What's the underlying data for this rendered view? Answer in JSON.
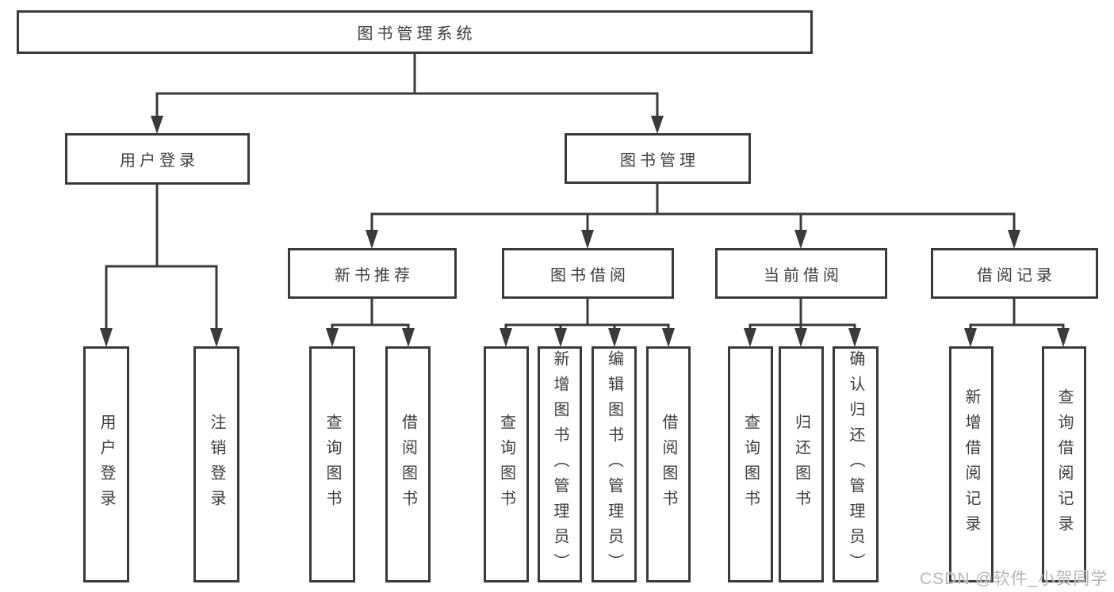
{
  "tree": {
    "root": {
      "label": "图书管理系统"
    },
    "children": [
      {
        "label": "用户登录",
        "children": [
          {
            "label": "用户登录"
          },
          {
            "label": "注销登录"
          }
        ]
      },
      {
        "label": "图书管理",
        "children": [
          {
            "label": "新书推荐",
            "children": [
              {
                "label": "查询图书"
              },
              {
                "label": "借阅图书"
              }
            ]
          },
          {
            "label": "图书借阅",
            "children": [
              {
                "label": "查询图书"
              },
              {
                "label": "新增图书（管理员）"
              },
              {
                "label": "编辑图书（管理员）"
              },
              {
                "label": "借阅图书"
              }
            ]
          },
          {
            "label": "当前借阅",
            "children": [
              {
                "label": "查询图书"
              },
              {
                "label": "归还图书"
              },
              {
                "label": "确认归还（管理员）"
              }
            ]
          },
          {
            "label": "借阅记录",
            "children": [
              {
                "label": "新增借阅记录"
              },
              {
                "label": "查询借阅记录"
              }
            ]
          }
        ]
      }
    ]
  },
  "watermark": "CSDN @软件_小贺同学",
  "colors": {
    "line": "#3a3a3a",
    "text": "#3d3d3d",
    "box_background": "#ffffff",
    "watermark": "#b6b6b6"
  }
}
